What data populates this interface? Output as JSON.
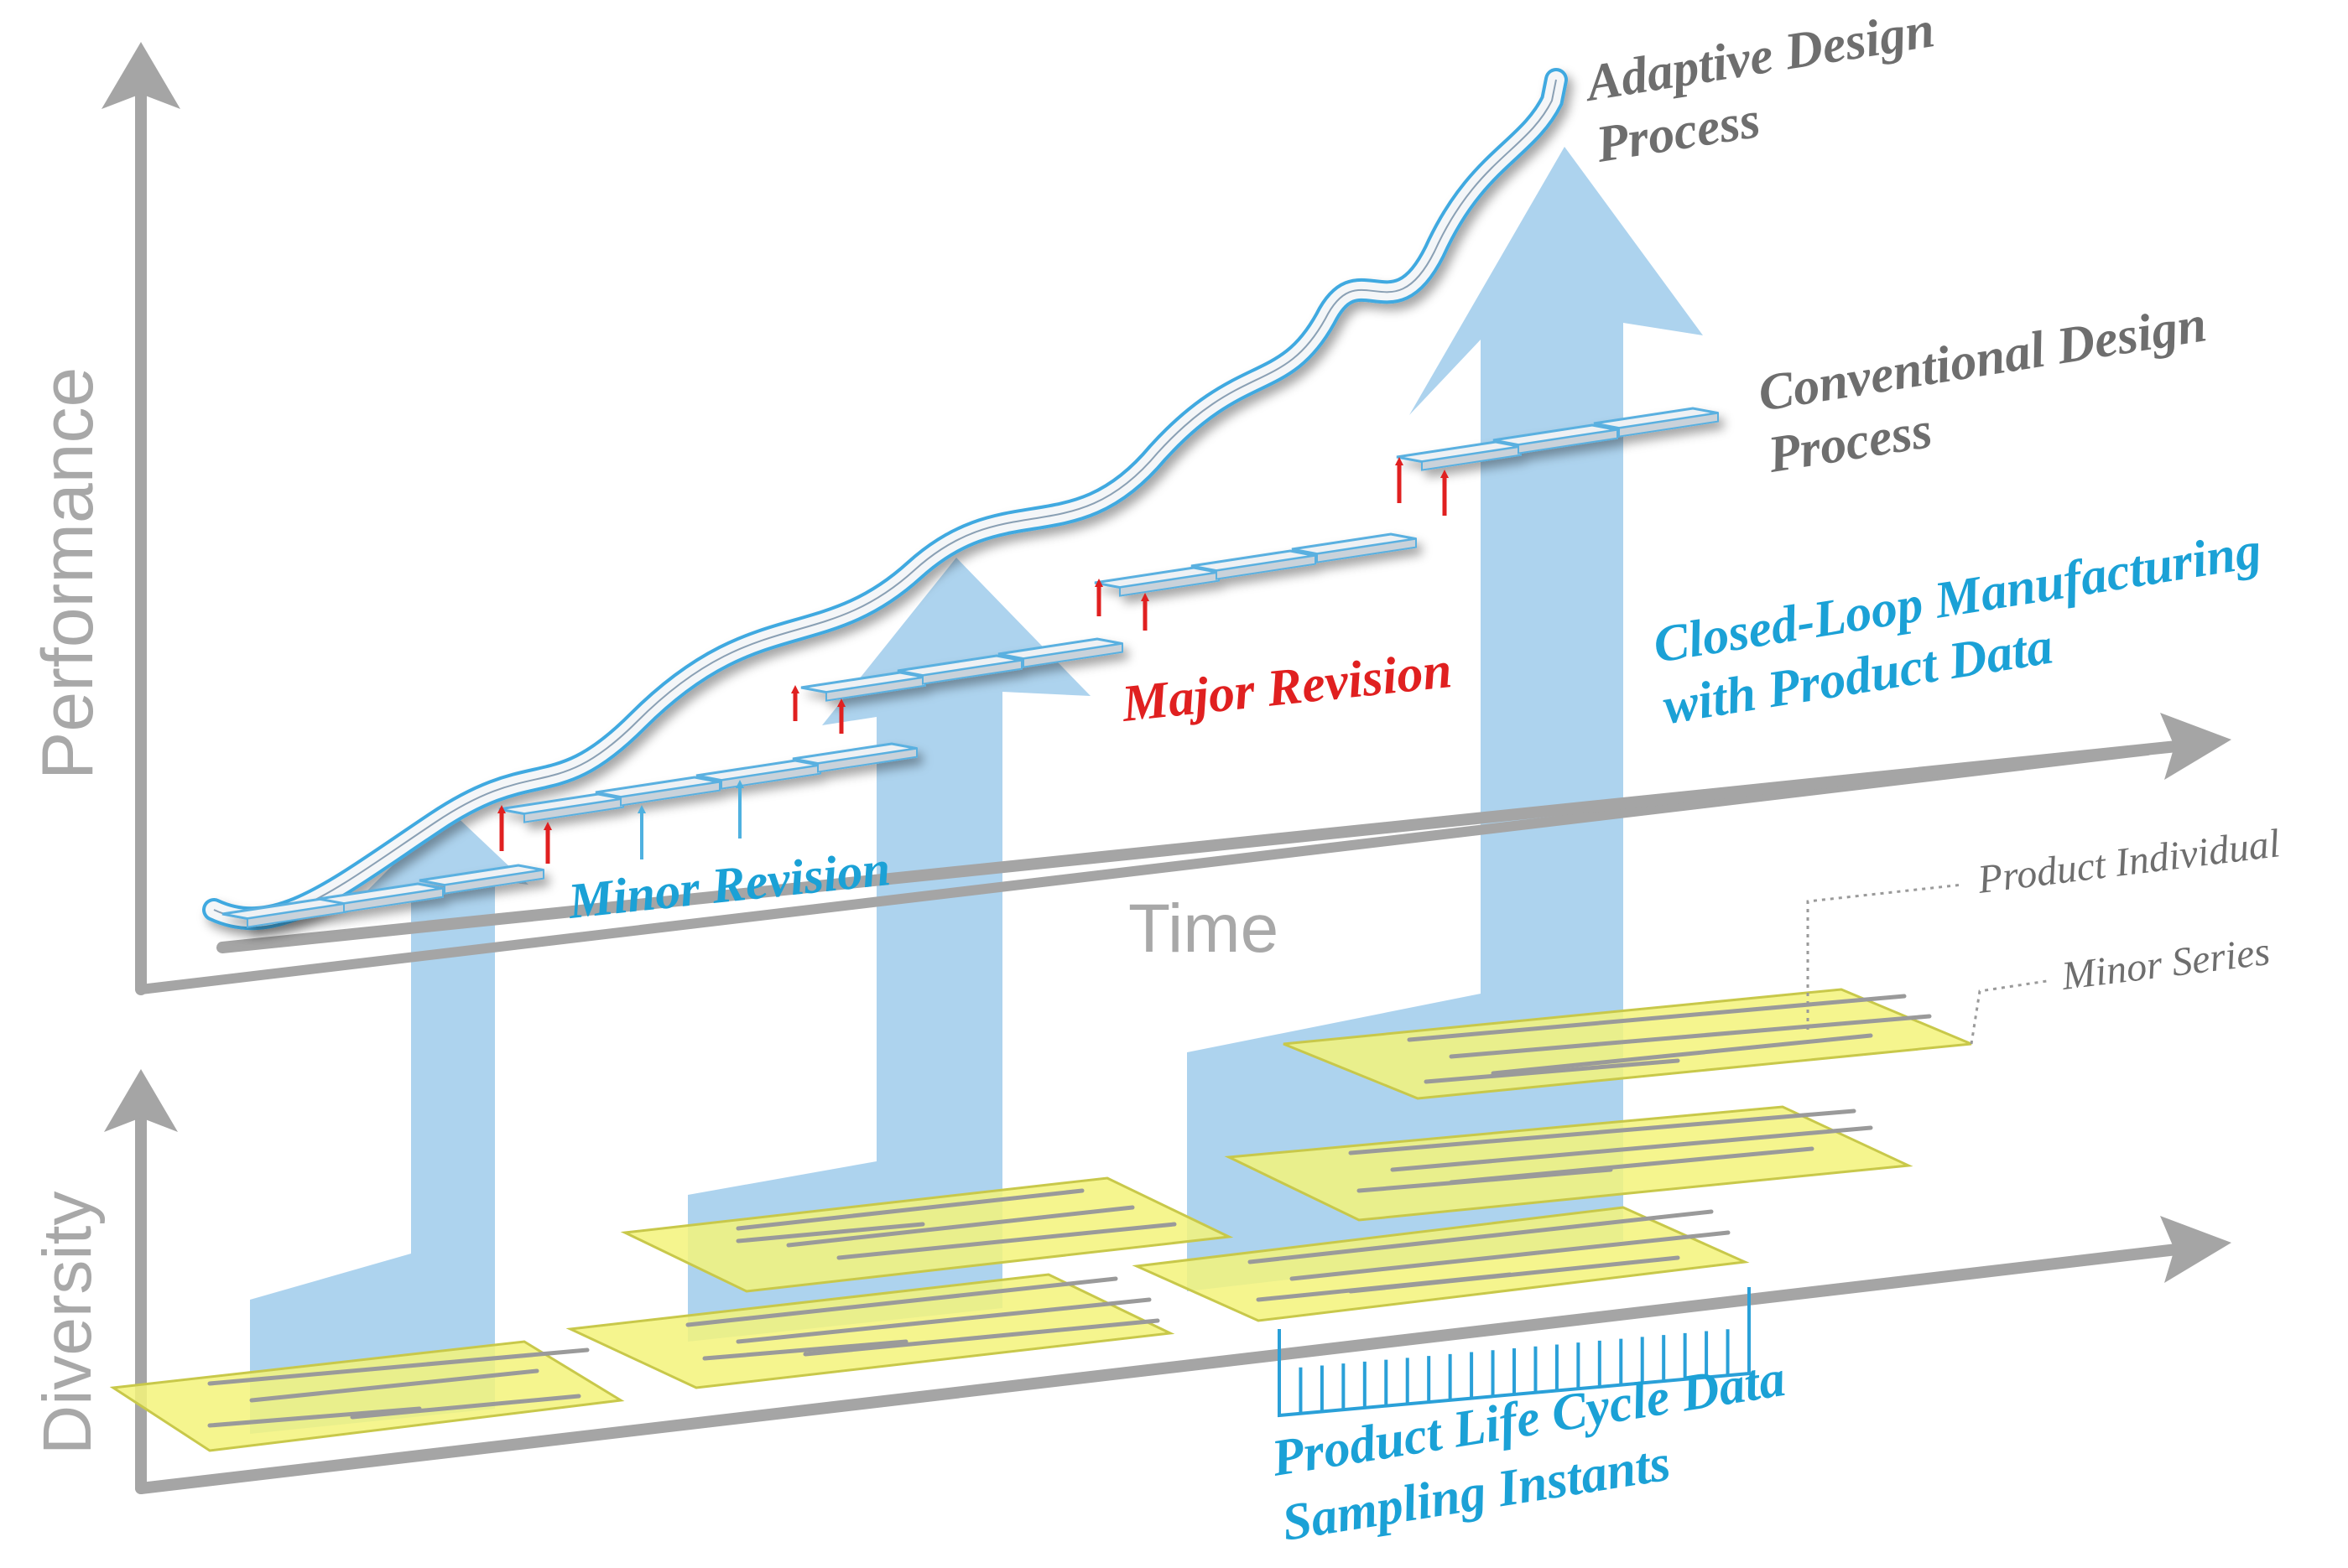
{
  "axes": {
    "performance": "Performance",
    "time": "Time",
    "diversity": "Diversity"
  },
  "labels": {
    "adaptive_line1": "Adaptive Design",
    "adaptive_line2": "Process",
    "conventional_line1": "Conventional Design",
    "conventional_line2": "Process",
    "closed_loop_line1": "Closed-Loop Manufacturing",
    "closed_loop_line2": "with Product Data",
    "major_revision": "Major Revision",
    "minor_revision": "Minor Revision",
    "product_individual": "Product Individual",
    "minor_series": "Minor Series",
    "sampling_line1": "Product Life Cycle Data",
    "sampling_line2": "Sampling Instants"
  },
  "colors": {
    "axis": "#a5a5a5",
    "blue_arrow": "#9fcbeb",
    "cyan_text": "#1ba1d6",
    "red": "#e02020",
    "plane_fill": "#f3f37a",
    "plane_stroke": "#c8c84a",
    "step_fill": "#eef1f4",
    "step_stroke": "#5ab0e0"
  }
}
